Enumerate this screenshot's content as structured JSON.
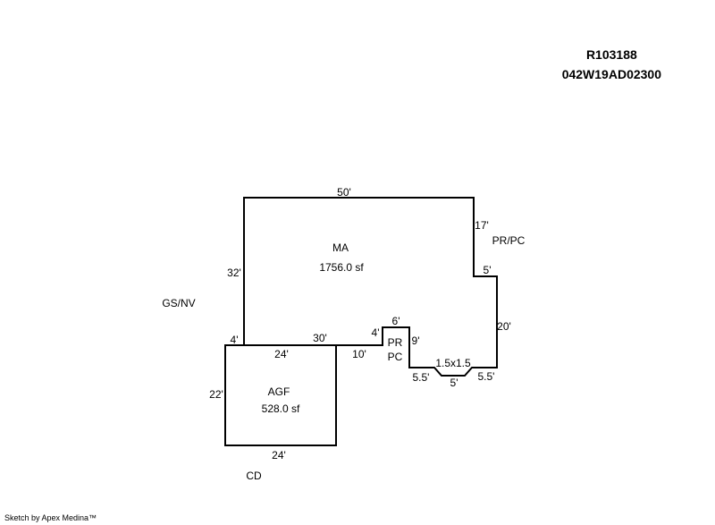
{
  "header": {
    "parcel_id": "R103188",
    "map_number": "042W19AD02300"
  },
  "areas": {
    "main": {
      "code": "MA",
      "area": "1756.0 sf"
    },
    "garage": {
      "code": "AGF",
      "area": "528.0 sf"
    },
    "porch_small": {
      "line1": "PR",
      "line2": "PC"
    }
  },
  "labels": {
    "pr_pc": "PR/PC",
    "gs_nv": "GS/NV",
    "cd": "CD",
    "bay": "1.5x1.5"
  },
  "dimensions": {
    "top": "50'",
    "right_upper": "17'",
    "step_right": "5'",
    "right_lower": "20'",
    "left_main": "32'",
    "left_step": "4'",
    "ma_bottom": "30'",
    "garage_top": "24'",
    "garage_left": "22'",
    "garage_bottom": "24'",
    "porch_left": "4'",
    "porch_top": "6'",
    "porch_right": "9'",
    "porch_bottom_left": "10'",
    "bay_left": "5.5'",
    "bay_mid": "5'",
    "bay_right": "5.5'"
  },
  "footer": {
    "credit": "Sketch by Apex Medina™"
  }
}
